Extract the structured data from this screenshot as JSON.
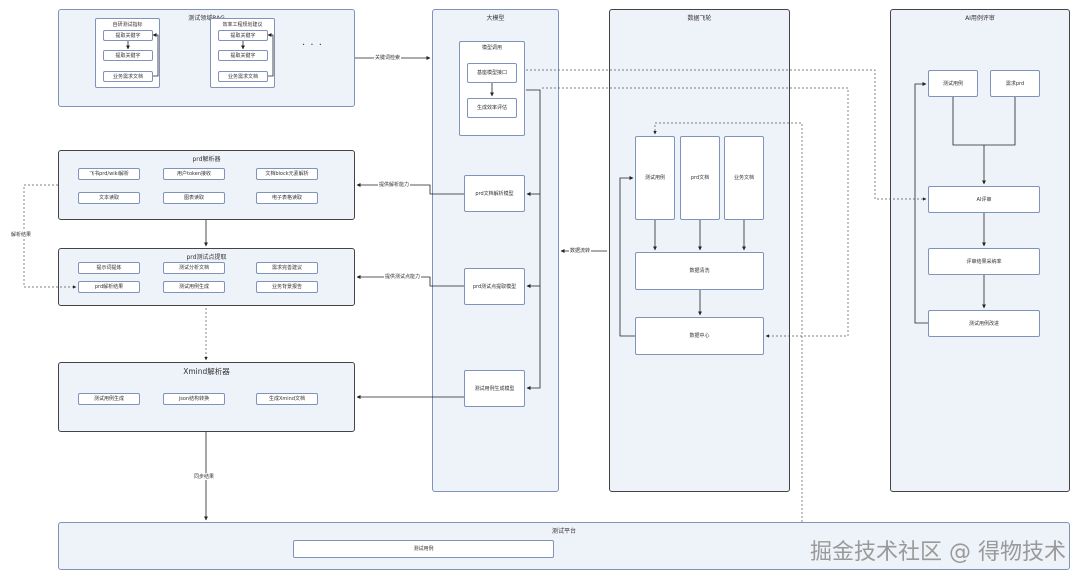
{
  "rag": {
    "title": "测试领域RAG",
    "group1": {
      "title": "自研测试指标",
      "items": [
        "提取关键字",
        "提取关键字",
        "业务需求文档"
      ]
    },
    "group2": {
      "title": "效率工程规划建议",
      "items": [
        "提取关键字",
        "提取关键字",
        "业务需求文档"
      ]
    },
    "ellipsis": "· · ·"
  },
  "parser": {
    "title": "prd解析器",
    "items": [
      "飞书prd/wiki解析",
      "用户token接收",
      "文档block元素解析",
      "文本读取",
      "图表读取",
      "电子表格读取"
    ]
  },
  "prdtest": {
    "title": "prd测试点提取",
    "items": [
      "提示词提炼",
      "测试分析文档",
      "需求完善建议",
      "prd解析结果",
      "测试用例生成",
      "业务背景报告"
    ]
  },
  "xmind": {
    "title": "Xmind解析器",
    "items": [
      "测试用例生成",
      "json结构转换",
      "生成Xmind文档"
    ]
  },
  "platform": {
    "title": "测试平台",
    "item": "测试用例"
  },
  "llm": {
    "title": "大模型",
    "group_title": "模型调用",
    "group_items": [
      "基座模型接口",
      "生成效率评估"
    ],
    "items": [
      "prd文档解析模型",
      "prd测试点提取模型",
      "测试用例生成模型"
    ]
  },
  "feishu": {
    "title": "数据飞轮",
    "items": [
      "测试用例",
      "prd文档",
      "业务文档"
    ],
    "clean": "数据清洗",
    "center": "数据中心"
  },
  "ai": {
    "title": "AI用例评审",
    "items": [
      "测试用例",
      "需求prd",
      "AI评审",
      "评审结果采纳率",
      "测试用例改进"
    ]
  },
  "labels": {
    "retrieve": "关键词检索",
    "parse_cap": "提供解析能力",
    "extract_cap": "提供测试点能力",
    "parse_result": "解析结果",
    "sync_result": "同步结果",
    "data_flow": "数据流转"
  },
  "watermark": "掘金技术社区 @ 得物技术"
}
